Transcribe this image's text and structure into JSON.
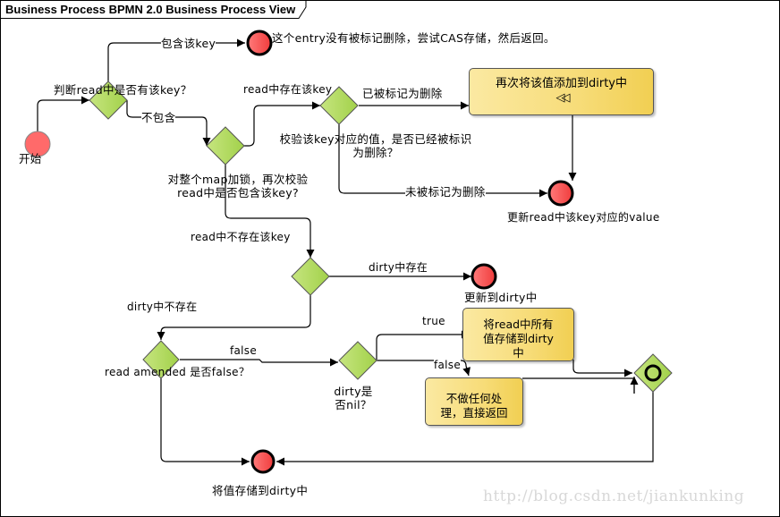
{
  "header": {
    "title": "Business Process BPMN 2.0 Business Process View"
  },
  "colors": {
    "gateway_fill": "#a8d65a",
    "event_fill": "#ff5a5a",
    "task_fill": "#f7dc78",
    "line": "#000000",
    "watermark": "#d8d8d8"
  },
  "events": {
    "start": {
      "label": "开始"
    },
    "end_cas": {
      "label": "这个entry没有被标记删除，尝试CAS存储，然后返回。"
    },
    "end_update_read": {
      "label": "更新read中该key对应的value"
    },
    "end_update_dirty": {
      "label": "更新到dirty中"
    },
    "end_store_dirty": {
      "label": "将值存储到dirty中"
    }
  },
  "gateways": {
    "g1": {
      "label": "判断read中是否有该key？"
    },
    "g2": {
      "label_line1": "对整个map加锁，再次校验",
      "label_line2": "read中是否包含该key?"
    },
    "g3": {
      "label_line1": "校验该key对应的值，是否已经被标识",
      "label_line2": "为删除？"
    },
    "g4": {
      "label": ""
    },
    "g5": {
      "label": "read amended 是否false？"
    },
    "g6": {
      "label_line1": "dirty是",
      "label_line2": "否nil？"
    },
    "merge": {
      "label": ""
    }
  },
  "tasks": {
    "re_add": {
      "label": "再次将该值添加到dirty中",
      "marker": "compensation-icon"
    },
    "copy_read": {
      "label_line1": "将read中所有",
      "label_line2": "值存储到dirty",
      "label_line3": "中"
    },
    "noop": {
      "label_line1": "不做任何处",
      "label_line2": "理，直接返回"
    }
  },
  "flows": {
    "contains_key": "包含该key",
    "not_contains": "不包含",
    "read_has_key": "read中存在该key",
    "marked_deleted": "已被标记为删除",
    "not_marked_deleted": "未被标记为删除",
    "read_no_key": "read中不存在该key",
    "dirty_has": "dirty中存在",
    "dirty_not_has": "dirty中不存在",
    "amended_false": "false",
    "dirty_nil_true": "true",
    "dirty_nil_false": "false"
  },
  "watermark": "http://blog.csdn.net/jiankunking"
}
